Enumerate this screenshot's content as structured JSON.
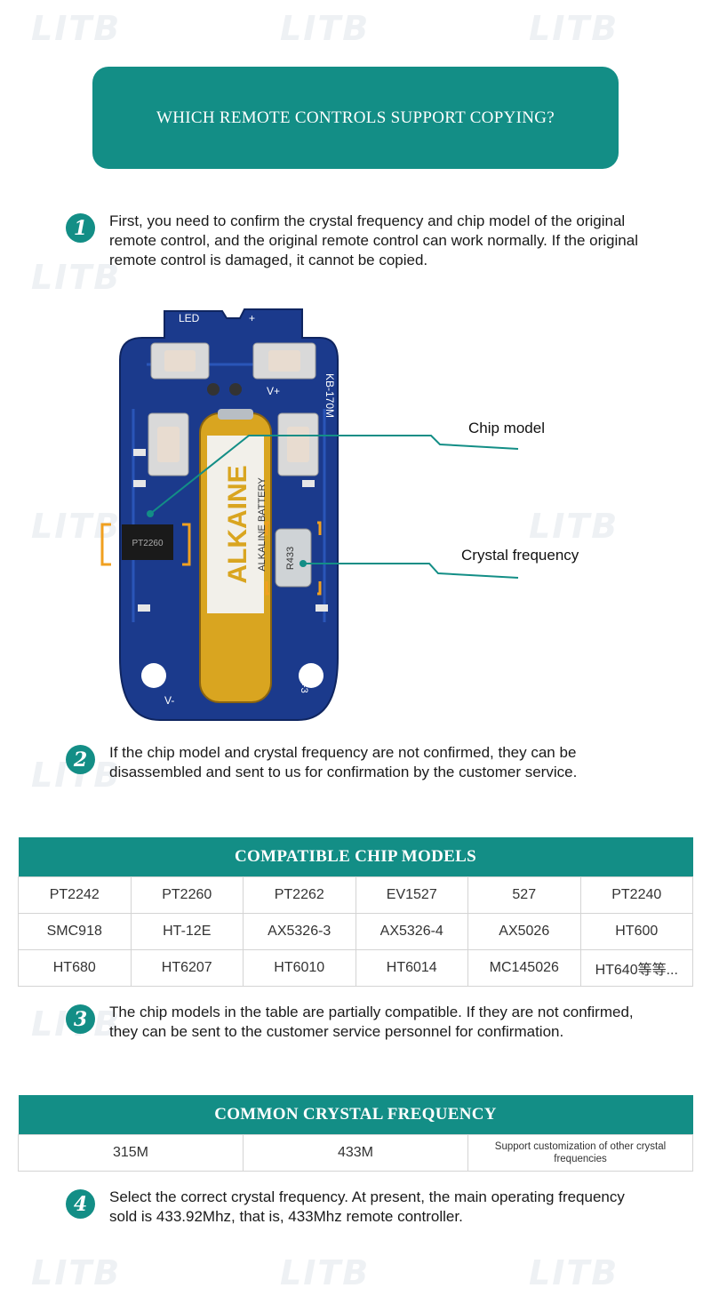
{
  "banner": {
    "title": "WHICH REMOTE CONTROLS SUPPORT COPYING?"
  },
  "steps": [
    {
      "num": "1",
      "text": "First, you need to confirm the crystal frequency and chip model of the original remote control, and the original remote control can work normally. If the original remote control is damaged, it cannot be copied."
    },
    {
      "num": "2",
      "text": "If the chip model and crystal frequency are not confirmed, they can be disassembled and sent to us for confirmation by the customer service."
    },
    {
      "num": "3",
      "text": "The chip models in the table are partially compatible. If they are not confirmed, they can be sent to the customer service personnel for confirmation."
    },
    {
      "num": "4",
      "text": "Select the correct crystal frequency. At present, the main operating frequency sold is 433.92Mhz, that is, 433Mhz remote controller."
    }
  ],
  "photo": {
    "callouts": {
      "chip": "Chip model",
      "crystal": "Crystal frequency"
    },
    "board_labels": {
      "led": "LED",
      "model": "KB-170M",
      "vplus": "V+",
      "vminus": "V-",
      "chip": "PT2260",
      "crystal": "R433",
      "battery": "ALKAINE",
      "battery_sub": "ALKALINE BATTERY",
      "code": "18+3",
      "plus": "+"
    }
  },
  "chip_table": {
    "title": "COMPATIBLE CHIP MODELS",
    "rows": [
      [
        "PT2242",
        "PT2260",
        "PT2262",
        "EV1527",
        "527",
        "PT2240"
      ],
      [
        "SMC918",
        "HT-12E",
        "AX5326-3",
        "AX5326-4",
        "AX5026",
        "HT600"
      ],
      [
        "HT680",
        "HT6207",
        "HT6010",
        "HT6014",
        "MC145026",
        "HT640等等..."
      ]
    ]
  },
  "freq_table": {
    "title": "COMMON CRYSTAL FREQUENCY",
    "cells": [
      "315M",
      "433M",
      "Support customization of other crystal frequencies"
    ]
  },
  "watermark": "LITB",
  "colors": {
    "teal": "#138e86",
    "board": "#1b3a8c"
  }
}
